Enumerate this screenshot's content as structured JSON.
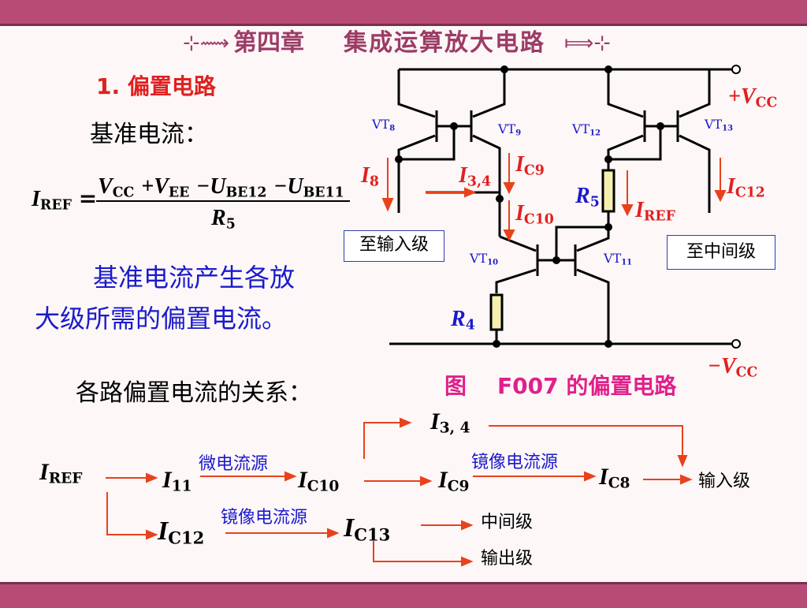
{
  "header": {
    "chapter": "第四章",
    "title": "集成运算放大电路"
  },
  "section": {
    "heading": "1. 偏置电路",
    "ref_current_label": "基准电流："
  },
  "formula": {
    "lhs": "I",
    "lhs_sub": "REF",
    "eq": "=",
    "num": [
      "V",
      "CC",
      "+V",
      "EE",
      "−U",
      "BE12",
      "−U",
      "BE11"
    ],
    "den": "R",
    "den_sub": "5"
  },
  "desc": {
    "line1": "基准电流产生各放",
    "line2": "大级所需的偏置电流。"
  },
  "relations_label": "各路偏置电流的关系：",
  "circuit": {
    "vcc_pos": "+V",
    "vcc_pos_sub": "CC",
    "vcc_neg": "−V",
    "vcc_neg_sub": "CC",
    "transistors": [
      {
        "name": "VT",
        "sub": "8"
      },
      {
        "name": "VT",
        "sub": "9"
      },
      {
        "name": "VT",
        "sub": "12"
      },
      {
        "name": "VT",
        "sub": "13"
      },
      {
        "name": "VT",
        "sub": "10"
      },
      {
        "name": "VT",
        "sub": "11"
      }
    ],
    "currents": [
      {
        "name": "I",
        "sub": "8"
      },
      {
        "name": "I",
        "sub": "3,4"
      },
      {
        "name": "I",
        "sub": "C9"
      },
      {
        "name": "I",
        "sub": "C10"
      },
      {
        "name": "I",
        "sub": "REF"
      },
      {
        "name": "I",
        "sub": "C12"
      }
    ],
    "resistors": [
      {
        "name": "R",
        "sub": "5"
      },
      {
        "name": "R",
        "sub": "4"
      }
    ],
    "box_input": "至输入级",
    "box_middle": "至中间级",
    "caption": "图    F007 的偏置电路"
  },
  "flow": {
    "iref": {
      "name": "I",
      "sub": "REF"
    },
    "i11": {
      "name": "I",
      "sub": "11"
    },
    "ic10": {
      "name": "I",
      "sub": "C10"
    },
    "ic9": {
      "name": "I",
      "sub": "C9"
    },
    "ic8": {
      "name": "I",
      "sub": "C8"
    },
    "i34": {
      "name": "I",
      "sub": "3, 4"
    },
    "ic12": {
      "name": "I",
      "sub": "C12"
    },
    "ic13": {
      "name": "I",
      "sub": "C13"
    },
    "micro_source": "微电流源",
    "mirror_source_1": "镜像电流源",
    "mirror_source_2": "镜像电流源",
    "to_input": "输入级",
    "to_middle": "中间级",
    "to_output": "输出级"
  },
  "colors": {
    "accent": "#b84a76",
    "red": "#e02020",
    "blue": "#1a1acc",
    "magenta": "#e0208a",
    "arrow": "#e8421c"
  }
}
